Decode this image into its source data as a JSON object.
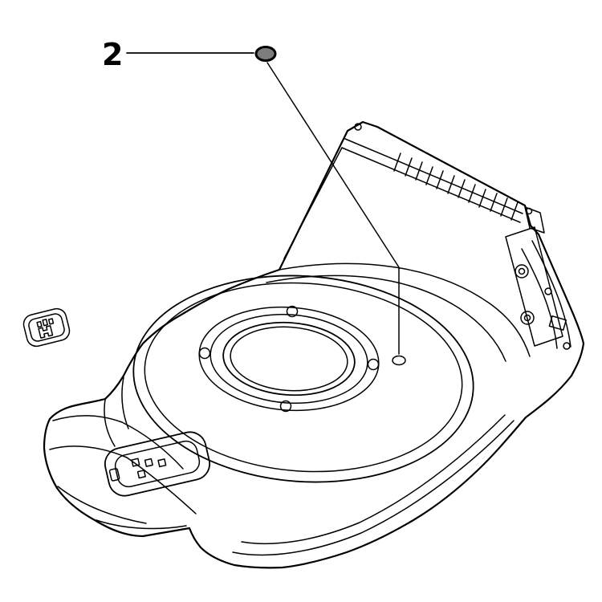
{
  "page": {
    "background_color": "#ffffff",
    "line_color": "#000000"
  },
  "diagram": {
    "type": "parts-line-drawing",
    "subject": "lawn-mower-cutting-deck-chassis",
    "callouts": [
      {
        "label": "2",
        "part": "deck-plug"
      }
    ],
    "logo": {
      "name": "husqvarna-crown-emblem"
    }
  }
}
